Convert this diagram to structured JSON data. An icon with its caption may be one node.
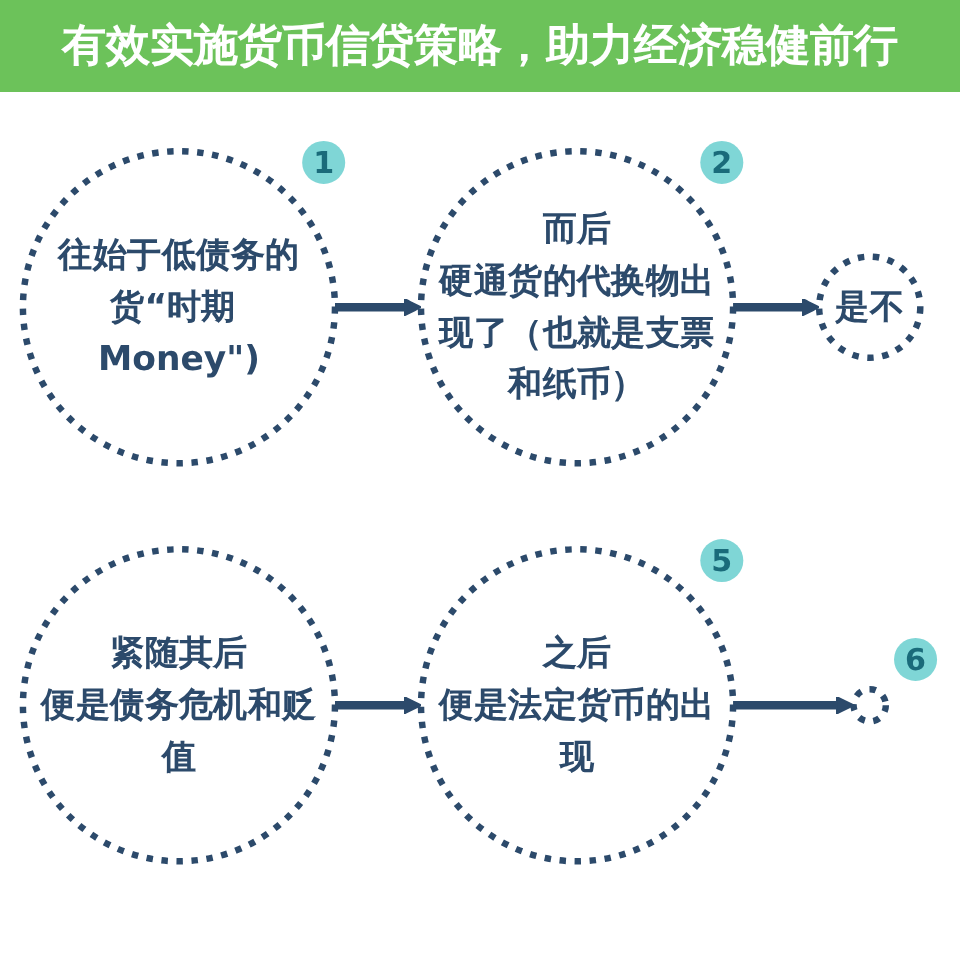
{
  "diagram": {
    "title": "有效实施货币信贷策略，助力经济稳健前行",
    "nodes": [
      {
        "text": [
          "往始于低债务的货“时期 Money\")"
        ],
        "beside": [
          "1"
        ]
      },
      {
        "text": [
          "而后",
          "硬通货的代换物出现了（也就是支票和纸币）"
        ],
        "beside": [
          "2"
        ]
      },
      {
        "text": [
          "是不"
        ]
      },
      {
        "text": [
          "紧随其后",
          "便是债务危机和贬值"
        ]
      },
      {
        "text": [
          "之后",
          "便是法定货币的出现"
        ],
        "beside": [
          "5"
        ]
      },
      {
        "text": [],
        "shape": "circle",
        "beside": [
          "6"
        ]
      }
    ],
    "edges": [
      {
        "from": 0,
        "to": 1,
        "arrow": "to"
      },
      {
        "from": 1,
        "to": 2,
        "arrow": "to"
      },
      {
        "from": 3,
        "to": 4,
        "arrow": "to"
      },
      {
        "from": 4,
        "to": 5,
        "arrow": "to"
      }
    ]
  }
}
